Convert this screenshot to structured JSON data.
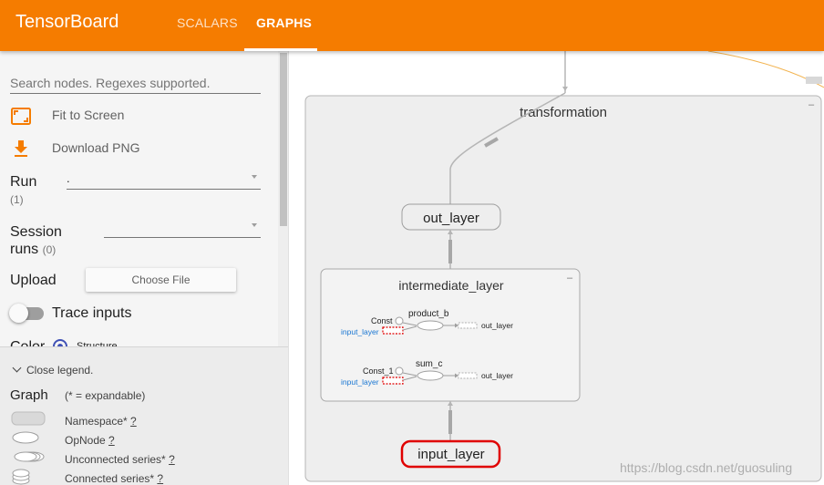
{
  "header": {
    "brand": "TensorBoard",
    "tabs": [
      {
        "label": "SCALARS",
        "active": false
      },
      {
        "label": "GRAPHS",
        "active": true
      }
    ]
  },
  "sidebar": {
    "search_placeholder": "Search nodes. Regexes supported.",
    "fit_to_screen": "Fit to Screen",
    "download_png": "Download PNG",
    "run_label": "Run",
    "run_count": "(1)",
    "run_value": ".",
    "session_label": "Session runs",
    "session_count": "(0)",
    "upload_label": "Upload",
    "choose_file": "Choose File",
    "trace_inputs": "Trace inputs",
    "color_label": "Color",
    "color_structure": "Structure"
  },
  "legend": {
    "close": "Close legend.",
    "graph": "Graph",
    "expandable": "(* = expandable)",
    "items": [
      {
        "label": "Namespace*",
        "help": "?"
      },
      {
        "label": "OpNode",
        "help": "?"
      },
      {
        "label": "Unconnected series*",
        "help": "?"
      },
      {
        "label": "Connected series*",
        "help": "?"
      }
    ]
  },
  "graph": {
    "transformation": "transformation",
    "out_layer": "out_layer",
    "intermediate_layer": "intermediate_layer",
    "product_b": "product_b",
    "sum_c": "sum_c",
    "const": "Const",
    "const_1": "Const_1",
    "input_layer_small": "input_layer",
    "out_layer_small": "out_layer",
    "input_layer": "input_layer",
    "collapse_symbol": "–"
  },
  "colors": {
    "accent": "#f57c00",
    "selected_node": "#e00000",
    "input_link": "#1976d2"
  },
  "watermark": "https://blog.csdn.net/guosuling"
}
